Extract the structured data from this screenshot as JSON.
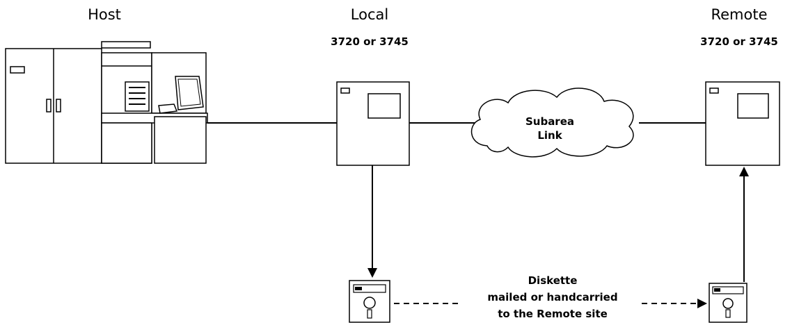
{
  "host": {
    "label": "Host"
  },
  "local": {
    "label": "Local",
    "model": "3720 or 3745"
  },
  "remote": {
    "label": "Remote",
    "model": "3720 or 3745"
  },
  "cloud": {
    "line1": "Subarea",
    "line2": "Link"
  },
  "diskette_note": {
    "line1": "Diskette",
    "line2": "mailed or handcarried",
    "line3": "to the Remote site"
  }
}
